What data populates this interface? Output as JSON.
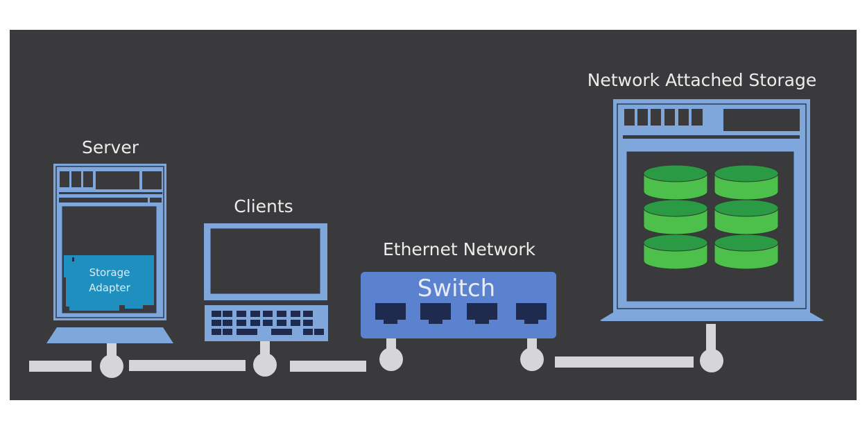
{
  "diagram": {
    "title": "Network Attached Storage topology",
    "colors": {
      "background": "#3a3a3c",
      "device_blue": "#7fa7dc",
      "device_outline": "#2a3a55",
      "adapter_teal": "#1f8fc0",
      "switch_blue": "#5b82cf",
      "port_navy": "#1e2b4e",
      "cable_gray": "#d6d6d8",
      "disk_green": "#4cc04a",
      "disk_top_green": "#2b9a44",
      "label_white": "#ececec"
    },
    "nodes": {
      "server": {
        "label": "Server",
        "component_label_line1": "Storage",
        "component_label_line2": "Adapter"
      },
      "clients": {
        "label": "Clients"
      },
      "switch": {
        "label": "Ethernet Network",
        "device_text": "Switch",
        "port_count": 4
      },
      "nas": {
        "label": "Network Attached Storage",
        "disk_stacks": 2,
        "disks_per_stack": 3
      }
    }
  }
}
